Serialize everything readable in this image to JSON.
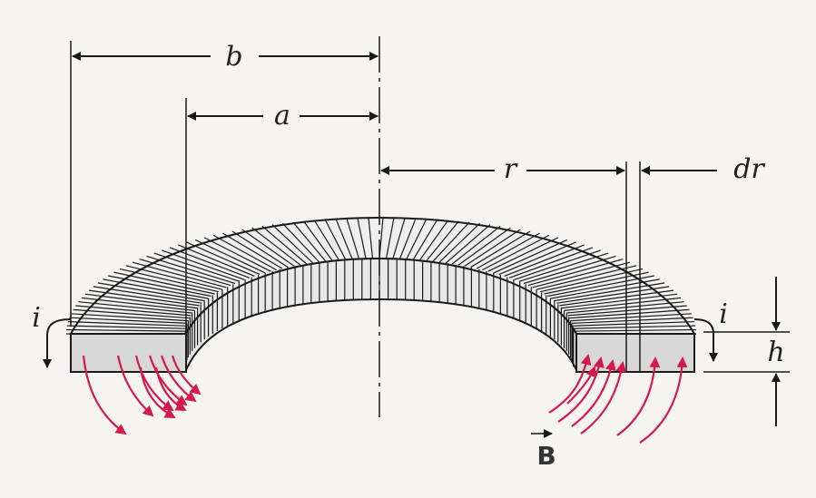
{
  "labels": {
    "b": "b",
    "a": "a",
    "r": "r",
    "dr": "dr",
    "h": "h",
    "i_left": "i",
    "i_right": "i",
    "B": "B"
  },
  "colors": {
    "field_arrows": "#d41a4a",
    "lines": "#1a1a1a",
    "section_fill": "#d8d8d8",
    "background": "#f6f4f1"
  }
}
